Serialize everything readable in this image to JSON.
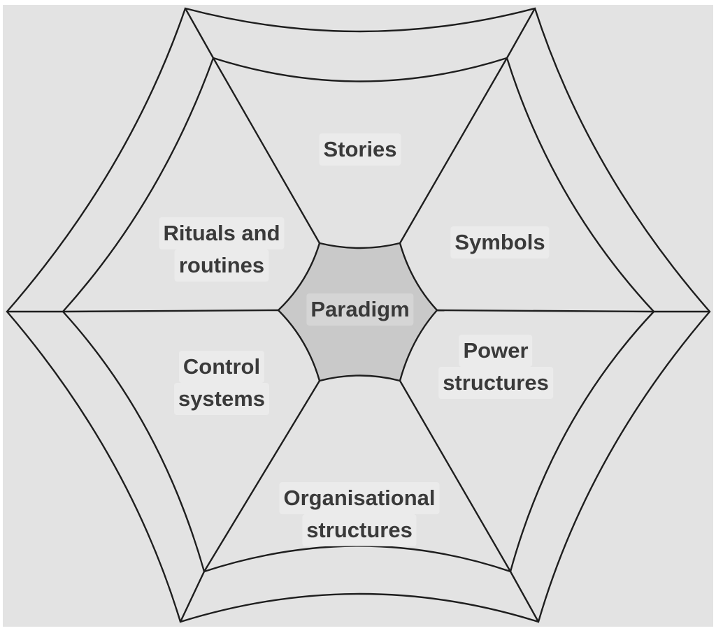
{
  "diagram": {
    "title": "Cultural web",
    "center": {
      "label": "Paradigm"
    },
    "segments": [
      {
        "id": "stories",
        "lines": [
          "Stories"
        ]
      },
      {
        "id": "symbols",
        "lines": [
          "Symbols"
        ]
      },
      {
        "id": "power-structures",
        "lines": [
          "Power",
          "structures"
        ]
      },
      {
        "id": "organisational-structures",
        "lines": [
          "Organisational",
          "structures"
        ]
      },
      {
        "id": "control-systems",
        "lines": [
          "Control",
          "systems"
        ]
      },
      {
        "id": "rituals-and-routines",
        "lines": [
          "Rituals and",
          "routines"
        ]
      }
    ],
    "colors": {
      "background": "#e3e3e3",
      "stroke": "#1e1e1e",
      "center_fill": "#c9c9c9",
      "text": "#3a3a3a"
    }
  }
}
